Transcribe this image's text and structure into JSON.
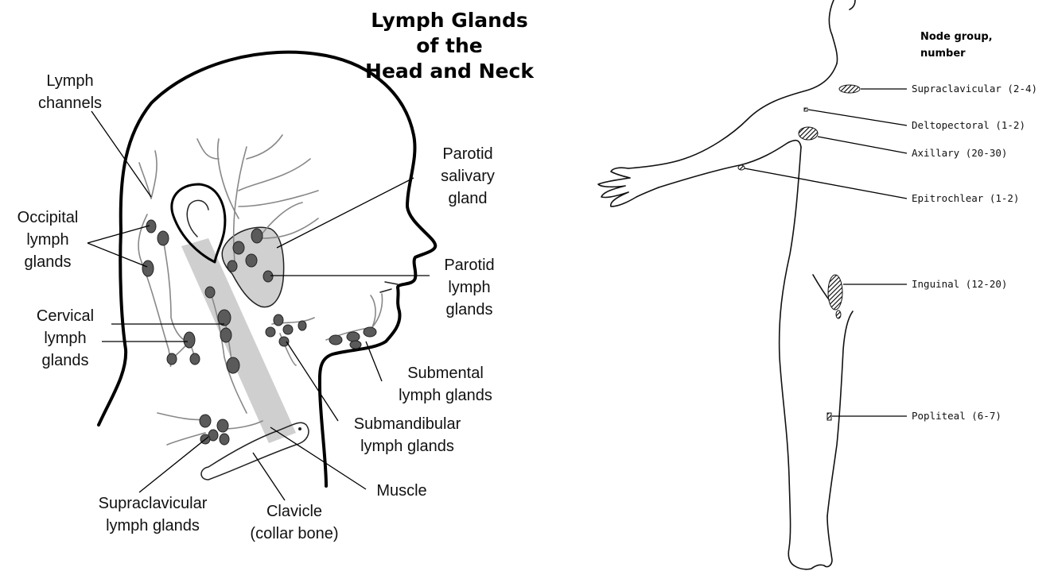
{
  "head_neck": {
    "title": [
      "Lymph Glands",
      "of the",
      "Head and Neck"
    ],
    "labels": {
      "lymph_channels": [
        "Lymph",
        "channels"
      ],
      "occipital": [
        "Occipital",
        "lymph",
        "glands"
      ],
      "cervical": [
        "Cervical",
        "lymph",
        "glands"
      ],
      "parotid_gland": [
        "Parotid",
        "salivary",
        "gland"
      ],
      "parotid_nodes": [
        "Parotid",
        "lymph",
        "glands"
      ],
      "submental": [
        "Submental",
        "lymph glands"
      ],
      "submandibular": [
        "Submandibular",
        "lymph glands"
      ],
      "muscle": [
        "Muscle"
      ],
      "supraclavicular": [
        "Supraclavicular",
        "lymph glands"
      ],
      "clavicle": [
        "Clavicle",
        "(collar bone)"
      ]
    }
  },
  "body_nodes": {
    "header": [
      "Node group,",
      "number"
    ],
    "groups": [
      "Supraclavicular (2-4)",
      "Deltopectoral (1-2)",
      "Axillary (20-30)",
      "Epitrochlear (1-2)",
      "Inguinal (12-20)",
      "Popliteal (6-7)"
    ]
  },
  "colors": {
    "node_fill": "#5a5a5a",
    "muscle_fill": "#cfcfcf",
    "gland_fill": "#d0d0d0",
    "outline": "#000000"
  }
}
